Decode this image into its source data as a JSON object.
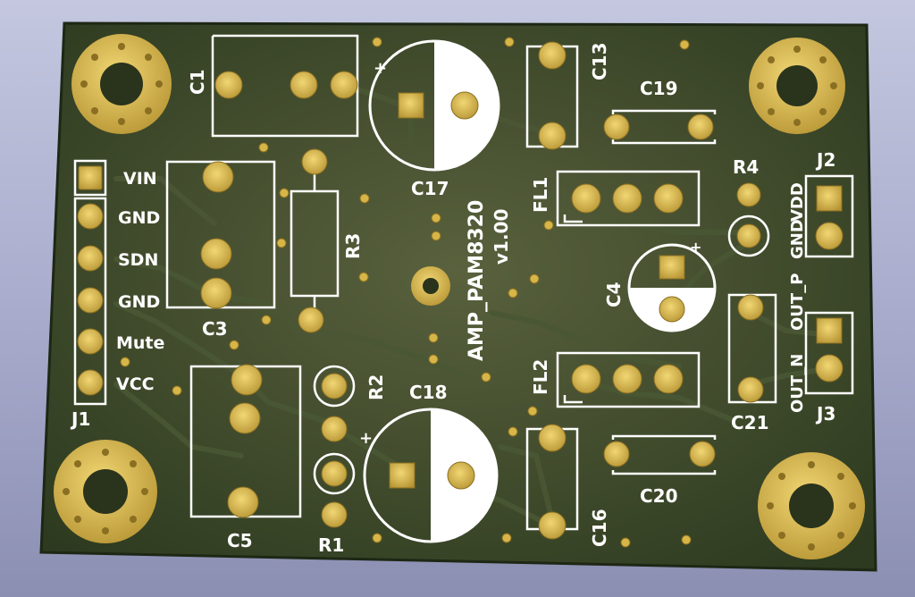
{
  "board": {
    "title": "AMP_PAM8320",
    "version": "v1.00"
  },
  "refs": {
    "C1": "C1",
    "C3": "C3",
    "C4": "C4",
    "C5": "C5",
    "C13": "C13",
    "C16": "C16",
    "C17": "C17",
    "C18": "C18",
    "C19": "C19",
    "C20": "C20",
    "C21": "C21",
    "R1": "R1",
    "R2": "R2",
    "R3": "R3",
    "R4": "R4",
    "FL1": "FL1",
    "FL2": "FL2",
    "J1": "J1",
    "J2": "J2",
    "J3": "J3"
  },
  "j1_pins": [
    "VIN",
    "GND",
    "SDN",
    "GND",
    "Mute",
    "VCC"
  ],
  "j2_pins": [
    "VDD",
    "GND"
  ],
  "j3_pins": [
    "OUT_P",
    "OUT_N"
  ],
  "colors": {
    "board": "#3c4a2a",
    "copper_pad": "#d6b648",
    "silkscreen": "#ffffff",
    "background": "#a7aacb"
  }
}
